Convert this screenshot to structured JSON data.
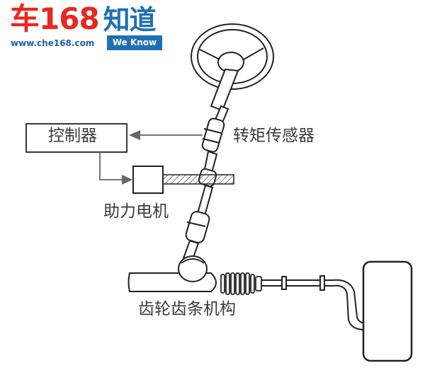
{
  "logo": {
    "brand": "车168",
    "brand_suffix": "知道",
    "url": "www.che168.com",
    "badge": "We Know",
    "colors": {
      "red": "#e8281f",
      "blue": "#1f6fb5"
    }
  },
  "labels": {
    "controller": "控制器",
    "torque_sensor": "转矩传感器",
    "motor": "助力电机",
    "rack_pinion": "齿轮齿条机构"
  }
}
